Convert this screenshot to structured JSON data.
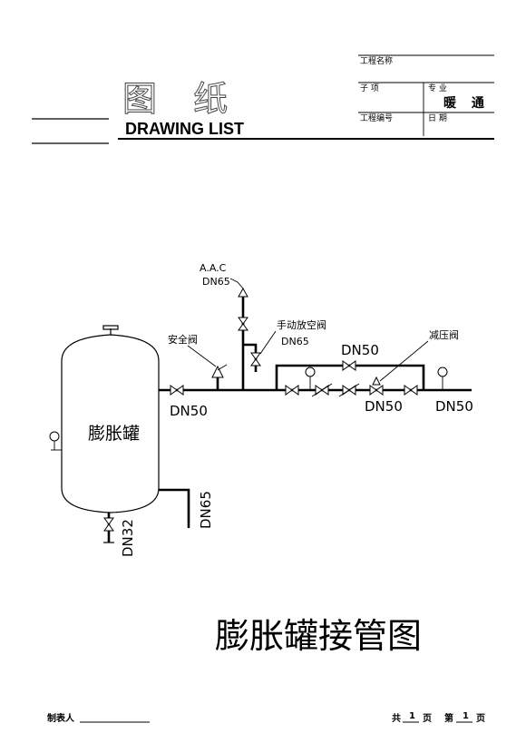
{
  "header": {
    "title_cn": "图 纸",
    "title_en": "DRAWING LIST"
  },
  "info_table": {
    "project_name_label": "工程名称",
    "subitem_label": "子 项",
    "discipline_label": "专 业",
    "discipline_value": "暖 通",
    "project_no_label": "工程编号",
    "date_label": "日 期"
  },
  "diagram": {
    "tank_label": "膨胀罐",
    "aac_label": "A.A.C",
    "aac_size": "DN65",
    "safety_valve_label": "安全阀",
    "manual_vent_label": "手动放空阀",
    "manual_vent_size": "DN65",
    "bypass_size": "DN50",
    "prv_label": "减压阀",
    "main_size_left": "DN50",
    "main_size_mid": "DN50",
    "main_size_right": "DN50",
    "drain_size": "DN32",
    "outlet_size": "DN65"
  },
  "drawing_title": "膨胀罐接管图",
  "footer": {
    "prepared_by_label": "制表人",
    "total_prefix": "共",
    "total_pages": "1",
    "total_unit": "页",
    "page_prefix": "第",
    "page_number": "1",
    "page_unit": "页"
  }
}
